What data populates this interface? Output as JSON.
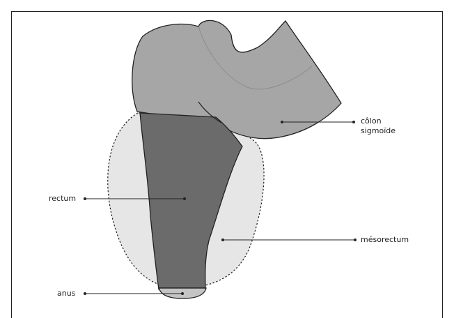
{
  "labels": {
    "colon_line1": "côlon",
    "colon_line2": "sigmoïde",
    "rectum": "rectum",
    "mesorectum": "mésorectum",
    "anus": "anus"
  },
  "colors": {
    "colon": "#a6a6a6",
    "rectum": "#6b6b6b",
    "mesorectum": "#e6e6e6",
    "anus": "#c4c4c4",
    "outline": "#222222"
  }
}
